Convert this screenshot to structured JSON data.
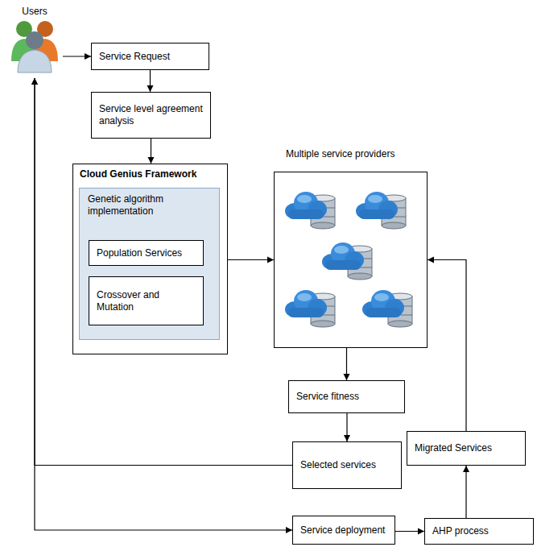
{
  "diagram": {
    "nodes": [
      {
        "text": [
          "Users"
        ]
      },
      {
        "text": [
          "Service Request"
        ]
      },
      {
        "text": [
          "Service level agreement analysis"
        ]
      },
      {
        "text": [
          "Cloud Genius Framework"
        ]
      },
      {
        "text": [
          "Genetic algorithm implementation"
        ],
        "in": 3
      },
      {
        "text": [
          "Population Services"
        ],
        "in": 4
      },
      {
        "text": [
          "Crossover and Mutation"
        ],
        "in": 4
      },
      {
        "text": [
          "Multiple service providers"
        ]
      },
      {
        "text": [
          "Service fitness"
        ]
      },
      {
        "text": [
          "Selected services"
        ]
      },
      {
        "text": [
          "Migrated Services"
        ]
      },
      {
        "text": [
          "Service deployment"
        ]
      },
      {
        "text": [
          "AHP process"
        ]
      }
    ],
    "edges": [
      {
        "from": 0,
        "to": 1,
        "arrow": "to"
      },
      {
        "from": 1,
        "to": 2,
        "arrow": "to"
      },
      {
        "from": 2,
        "to": 3,
        "arrow": "to"
      },
      {
        "from": 3,
        "to": 7,
        "arrow": "to"
      },
      {
        "from": 7,
        "to": 8,
        "arrow": "to"
      },
      {
        "from": 8,
        "to": 9,
        "arrow": "to"
      },
      {
        "from": 9,
        "to": 0,
        "arrow": "to"
      },
      {
        "from": 0,
        "to": 11,
        "arrow": "both"
      },
      {
        "from": 11,
        "to": 12,
        "arrow": "to"
      },
      {
        "from": 12,
        "to": 10,
        "arrow": "to"
      },
      {
        "from": 10,
        "to": 7,
        "arrow": "to"
      }
    ]
  }
}
